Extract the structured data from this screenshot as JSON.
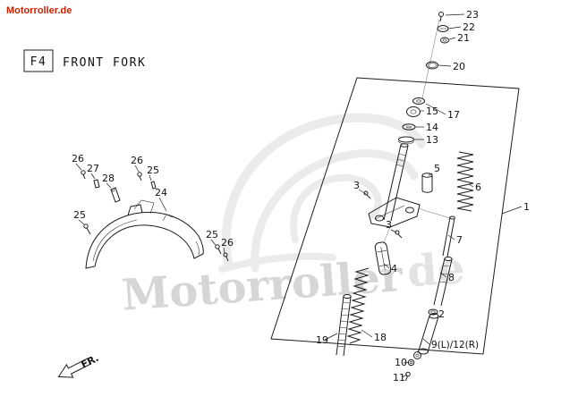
{
  "brand": {
    "text": "Motorroller.de",
    "color": "#cc2200"
  },
  "header": {
    "code": "F4",
    "title": "FRONT FORK"
  },
  "watermark": {
    "text": "Motorroller",
    "suffix": "de",
    "text_color": "#d6d6d6",
    "suffix_color": "#e3e3e3"
  },
  "direction": {
    "label": "FR."
  },
  "diagram": {
    "subject": "front fork exploded view",
    "labels": [
      "23",
      "22",
      "21",
      "20",
      "17",
      "15",
      "14",
      "13",
      "5",
      "6",
      "1",
      "3",
      "3",
      "7",
      "8",
      "4",
      "2",
      "19",
      "18",
      "9(L)/12(R)",
      "10",
      "11",
      "26",
      "27",
      "28",
      "26",
      "25",
      "24",
      "25",
      "25",
      "26"
    ]
  }
}
